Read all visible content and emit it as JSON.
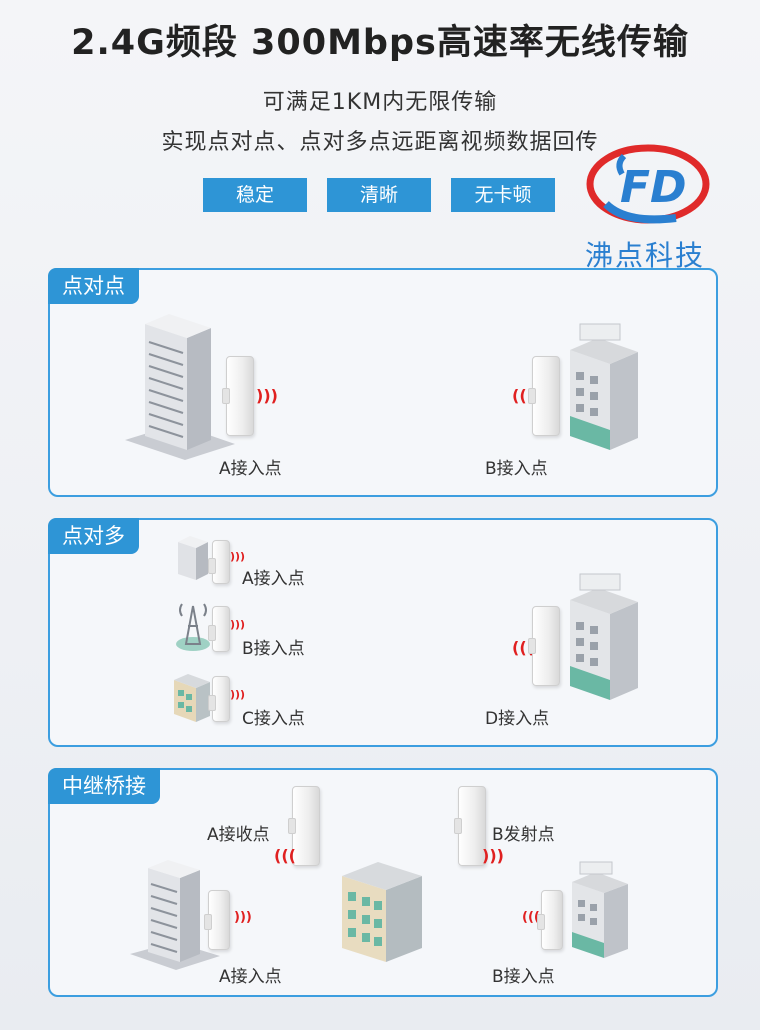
{
  "header": {
    "title": "2.4G频段 300Mbps高速率无线传输",
    "line1": "可满足1KM内无限传输",
    "line2": "实现点对点、点对多点远距离视频数据回传"
  },
  "features": [
    "稳定",
    "清晰",
    "无卡顿"
  ],
  "logo": {
    "mark": "FD",
    "name": "沸点科技",
    "colors": {
      "red": "#e02a2a",
      "blue": "#2a7fd0"
    }
  },
  "sections": {
    "p2p": {
      "tab": "点对点",
      "label_a": "A接入点",
      "label_b": "B接入点"
    },
    "p2mp": {
      "tab": "点对多",
      "label_a": "A接入点",
      "label_b": "B接入点",
      "label_c": "C接入点",
      "label_d": "D接入点"
    },
    "relay": {
      "tab": "中继桥接",
      "label_recv": "A接收点",
      "label_send": "B发射点",
      "label_a": "A接入点",
      "label_b": "B接入点"
    }
  },
  "icons": {
    "signal": "wifi-signal-icon",
    "device": "wireless-bridge-icon"
  },
  "accent": "#2e95d6"
}
